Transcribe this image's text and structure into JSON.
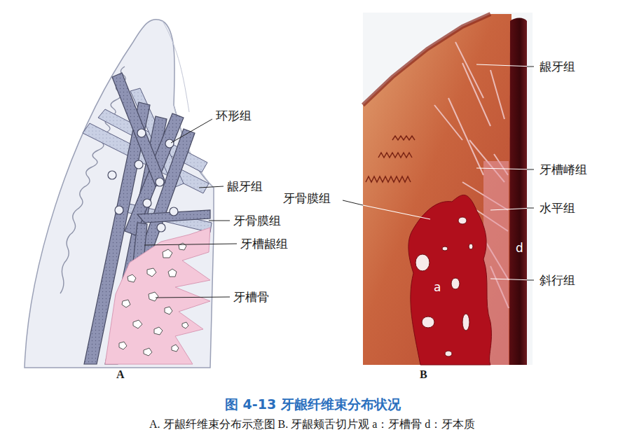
{
  "diagram": {
    "title": "图 4-13 牙龈纤维束分布状况",
    "caption": "A. 牙龈纤维束分布示意图 B. 牙龈颊舌切片观 a：牙槽骨 d：牙本质",
    "labels": [
      "环形组",
      "龈牙组",
      "牙骨膜组",
      "牙槽龈组",
      "牙槽骨",
      "A",
      "龈牙组",
      "牙槽嵴组",
      "牙骨膜组",
      "水平组",
      "d",
      "斜行组",
      "a",
      "B"
    ]
  }
}
